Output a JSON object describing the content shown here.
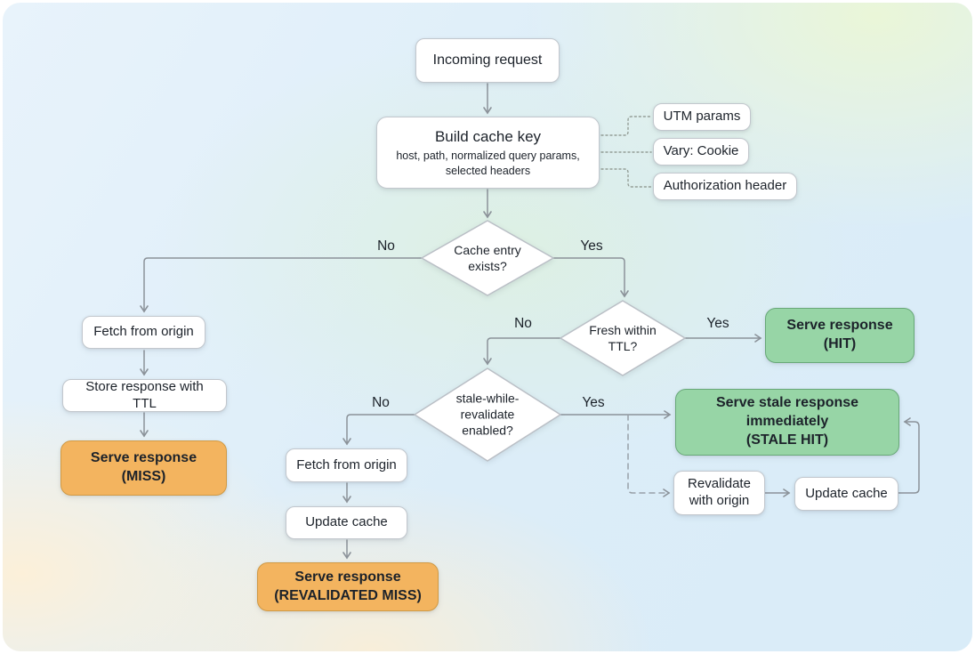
{
  "diagram": {
    "nodes": {
      "incoming_request": "Incoming request",
      "build_cache_key_title": "Build cache key",
      "build_cache_key_subtitle": "host, path, normalized query params,\nselected headers",
      "utm_params": "UTM params",
      "vary_cookie": "Vary: Cookie",
      "authorization_header": "Authorization header",
      "cache_entry_exists": "Cache entry\nexists?",
      "fetch_from_origin_1": "Fetch from origin",
      "store_response_with_ttl": "Store response with TTL",
      "serve_response_miss": "Serve response\n(MISS)",
      "fresh_within_ttl": "Fresh within\nTTL?",
      "serve_response_hit": "Serve response\n(HIT)",
      "swr_enabled": "stale-while-\nrevalidate\nenabled?",
      "fetch_from_origin_2": "Fetch from origin",
      "update_cache_1": "Update cache",
      "serve_response_revalidated_miss": "Serve response\n(REVALIDATED MISS)",
      "serve_stale_response": "Serve stale response\nimmediately\n(STALE HIT)",
      "revalidate_with_origin": "Revalidate\nwith origin",
      "update_cache_2": "Update cache"
    },
    "edge_labels": {
      "cache_exists_no": "No",
      "cache_exists_yes": "Yes",
      "fresh_ttl_no": "No",
      "fresh_ttl_yes": "Yes",
      "swr_no": "No",
      "swr_yes": "Yes"
    },
    "colors": {
      "success_fill": "#97d5a6",
      "success_border": "#68a878",
      "warning_fill": "#f3b45f",
      "warning_border": "#d09a45",
      "node_fill": "#ffffff",
      "node_border": "#c2c7cd",
      "line": "#8b9299",
      "text": "#1c222a"
    }
  }
}
